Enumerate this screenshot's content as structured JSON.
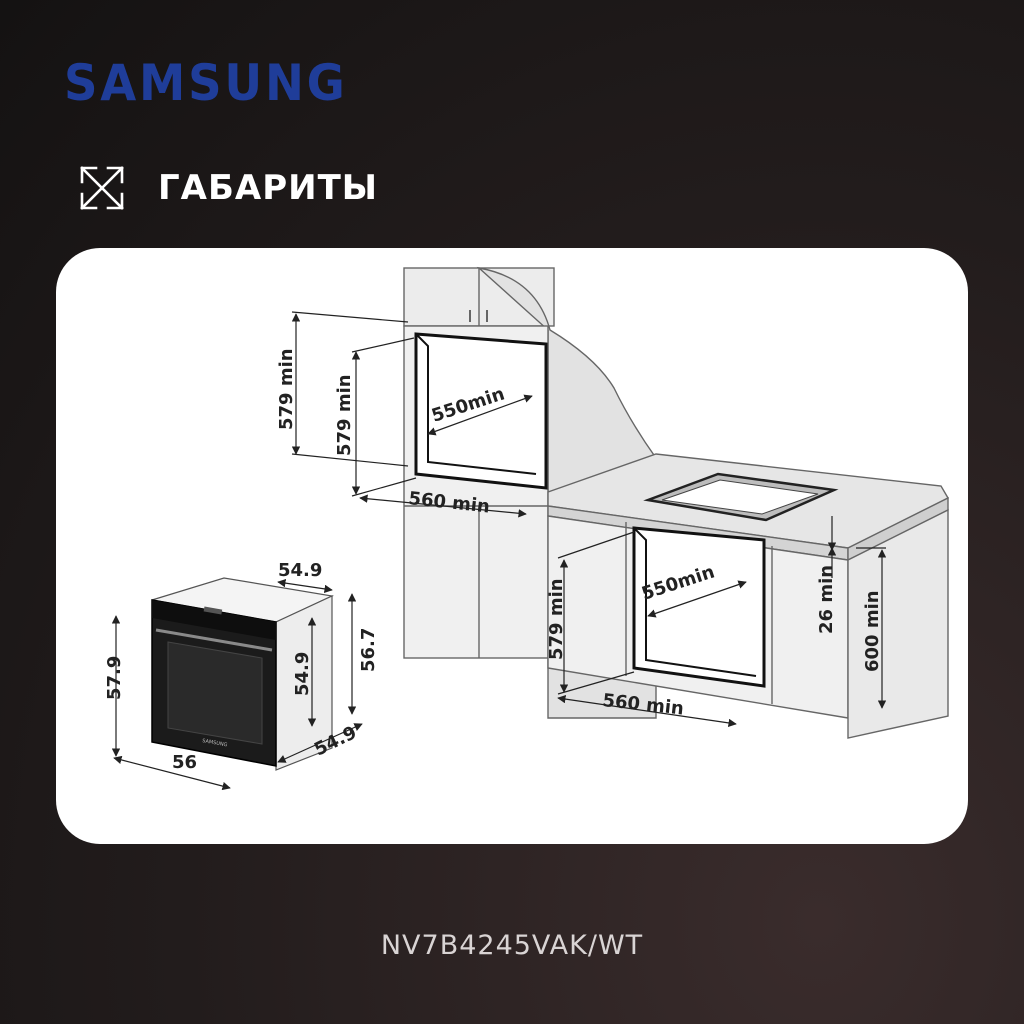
{
  "brand": {
    "name": "SAMSUNG",
    "color": "#1f3d99"
  },
  "header": {
    "icon": "expand-arrows-icon",
    "title": "ГАБАРИТЫ"
  },
  "diagram": {
    "upper_installation": {
      "cabinet_height": "579 min",
      "niche_height": "579 min",
      "niche_depth": "550min",
      "niche_width": "560 min"
    },
    "lower_installation": {
      "niche_height": "579 min",
      "niche_depth": "550min",
      "niche_width": "560 min",
      "gap": "26 min",
      "cabinet_height": "600 min"
    },
    "oven": {
      "brand_mark": "SAMSUNG",
      "height": "57.9",
      "width": "56",
      "body_depth": "54.9",
      "body_height": "54.9",
      "depth": "54.9",
      "side_height": "56.7"
    }
  },
  "footer": {
    "model": "NV7B4245VAK/WT"
  }
}
